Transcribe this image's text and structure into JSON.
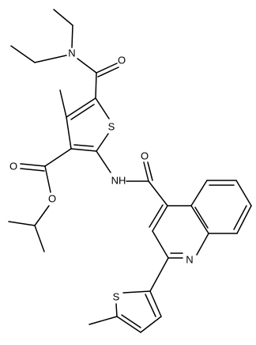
{
  "diagram": {
    "labels": {
      "amide_n": "N",
      "carbonyl_o_top": "O",
      "thiophene_s": "S",
      "ester_o_carbonyl": "O",
      "ester_o_ether": "O",
      "nh": "NH",
      "amide_o_right": "O",
      "quinoline_n": "N",
      "methylthiophene_s": "S"
    },
    "bond_color": "#000000",
    "background": "#ffffff"
  }
}
